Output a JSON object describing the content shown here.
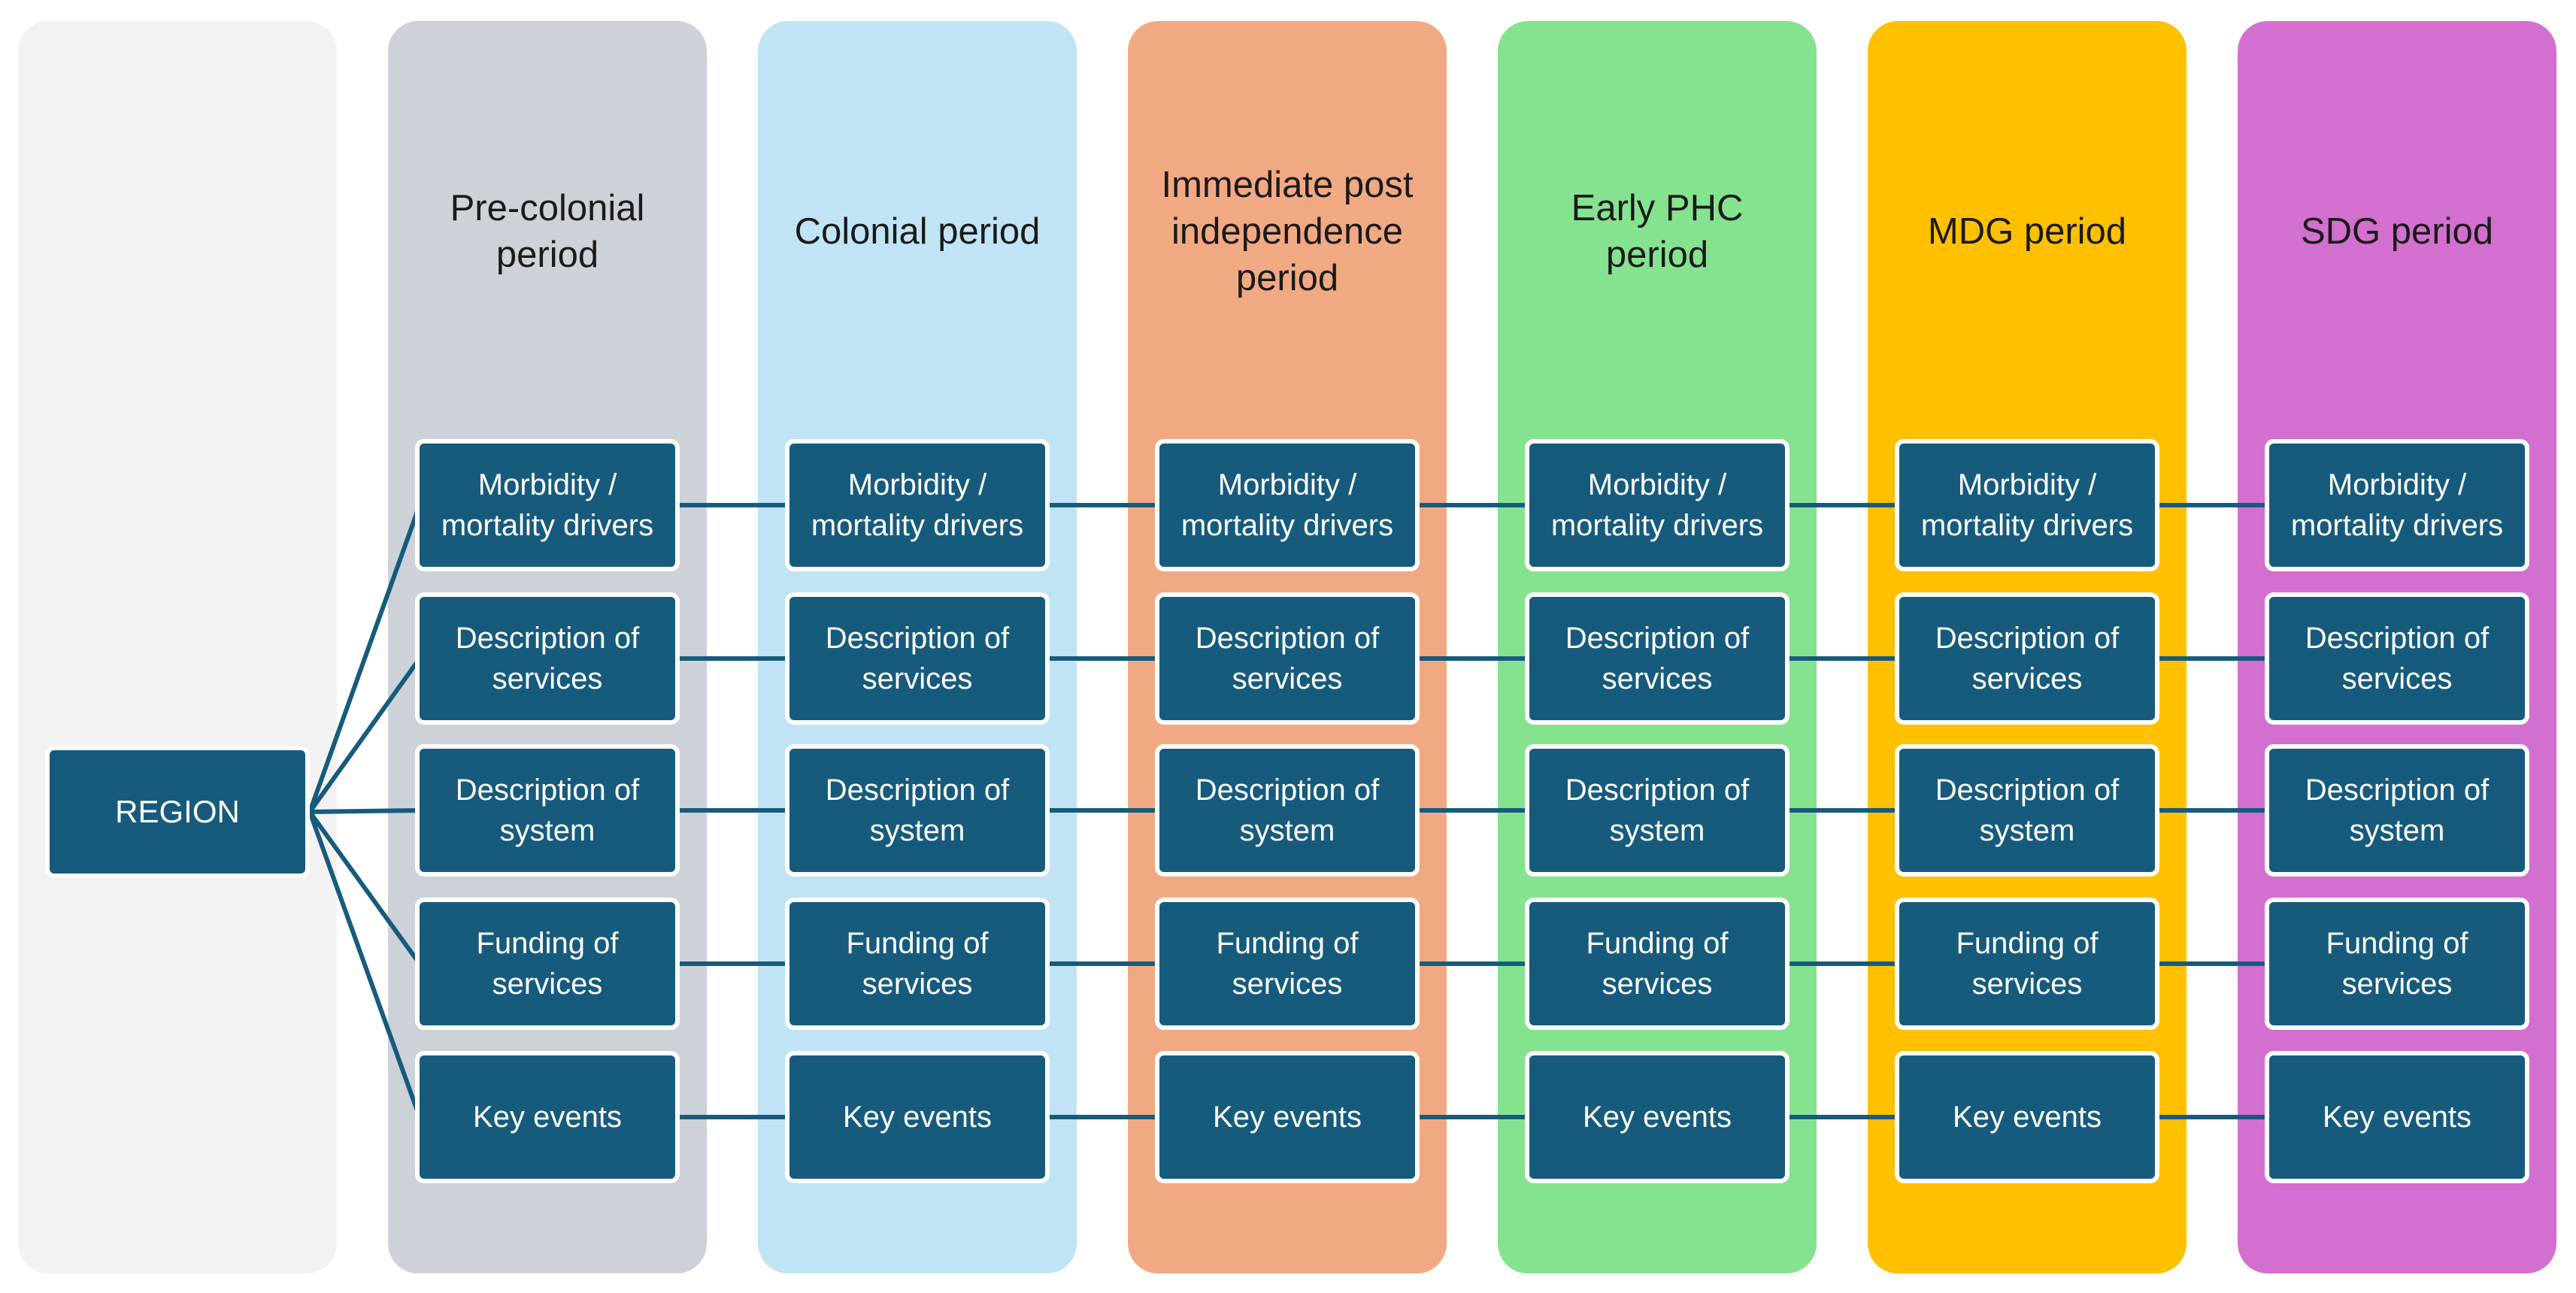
{
  "region": {
    "label": "REGION"
  },
  "periods": [
    {
      "title": "Pre-colonial period",
      "color": "#cdd2d9"
    },
    {
      "title": "Colonial period",
      "color": "#c0e4f5"
    },
    {
      "title": "Immediate post independence period",
      "color": "#f1a983"
    },
    {
      "title": "Early PHC period",
      "color": "#85e390"
    },
    {
      "title": "MDG period",
      "color": "#ffc000"
    },
    {
      "title": "SDG period",
      "color": "#d36fcf"
    }
  ],
  "rows": [
    "Morbidity / mortality drivers",
    "Description of services",
    "Description of system",
    "Funding of services",
    "Key events"
  ],
  "colors": {
    "box": "#175b7c",
    "region_bg": "#f2f2f2"
  }
}
